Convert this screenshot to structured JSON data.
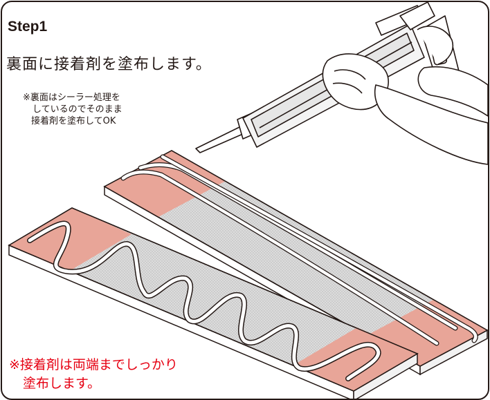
{
  "step_label": "Step1",
  "headline": "裏面に接着剤を塗布します。",
  "note_lines": [
    "※裏面はシーラー処理を",
    "しているのでそのまま",
    "接着剤を塗布してOK"
  ],
  "warning_lines": [
    "※接着剤は両端までしっかり",
    "塗布します。"
  ],
  "colors": {
    "frame": "#231815",
    "board_face": "#d9d9d9",
    "adhesive_zone": "#e8a598",
    "warning_text": "#e60012",
    "bead": "#ffffff"
  },
  "icons": [
    "caulking-gun-icon",
    "gloved-hand-icon",
    "board-panel-icon",
    "adhesive-bead-icon"
  ]
}
